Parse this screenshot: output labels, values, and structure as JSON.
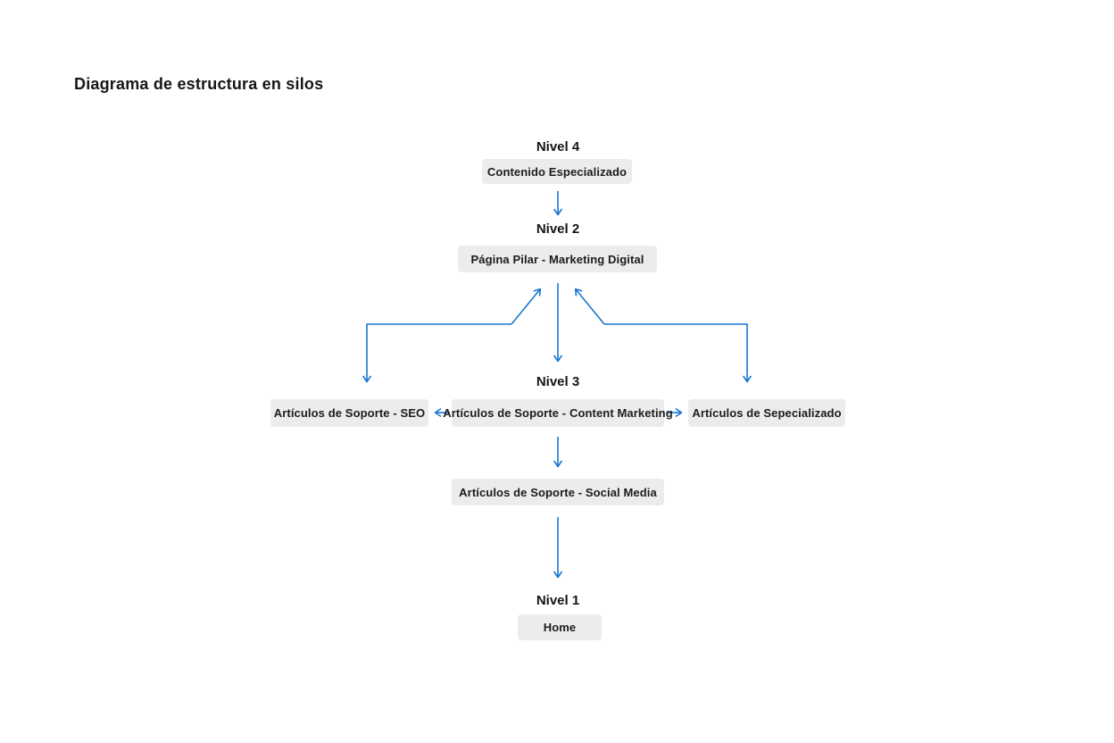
{
  "title": "Diagrama de estructura en silos",
  "colors": {
    "arrow": "#1976d2",
    "node_bg": "#ececec",
    "text": "#1c1c1c"
  },
  "levels": {
    "l4": "Nivel 4",
    "l2": "Nivel 2",
    "l3": "Nivel 3",
    "l1": "Nivel 1"
  },
  "nodes": {
    "contenido_especializado": "Contenido Especializado",
    "pagina_pilar": "Página Pilar - Marketing Digital",
    "soporte_seo": "Artículos de Soporte - SEO",
    "soporte_content_marketing": "Artículos de Soporte - Content Marketing",
    "soporte_especializado": "Artículos de Sepecializado",
    "soporte_social_media": "Artículos de Soporte - Social Media",
    "home": "Home"
  }
}
